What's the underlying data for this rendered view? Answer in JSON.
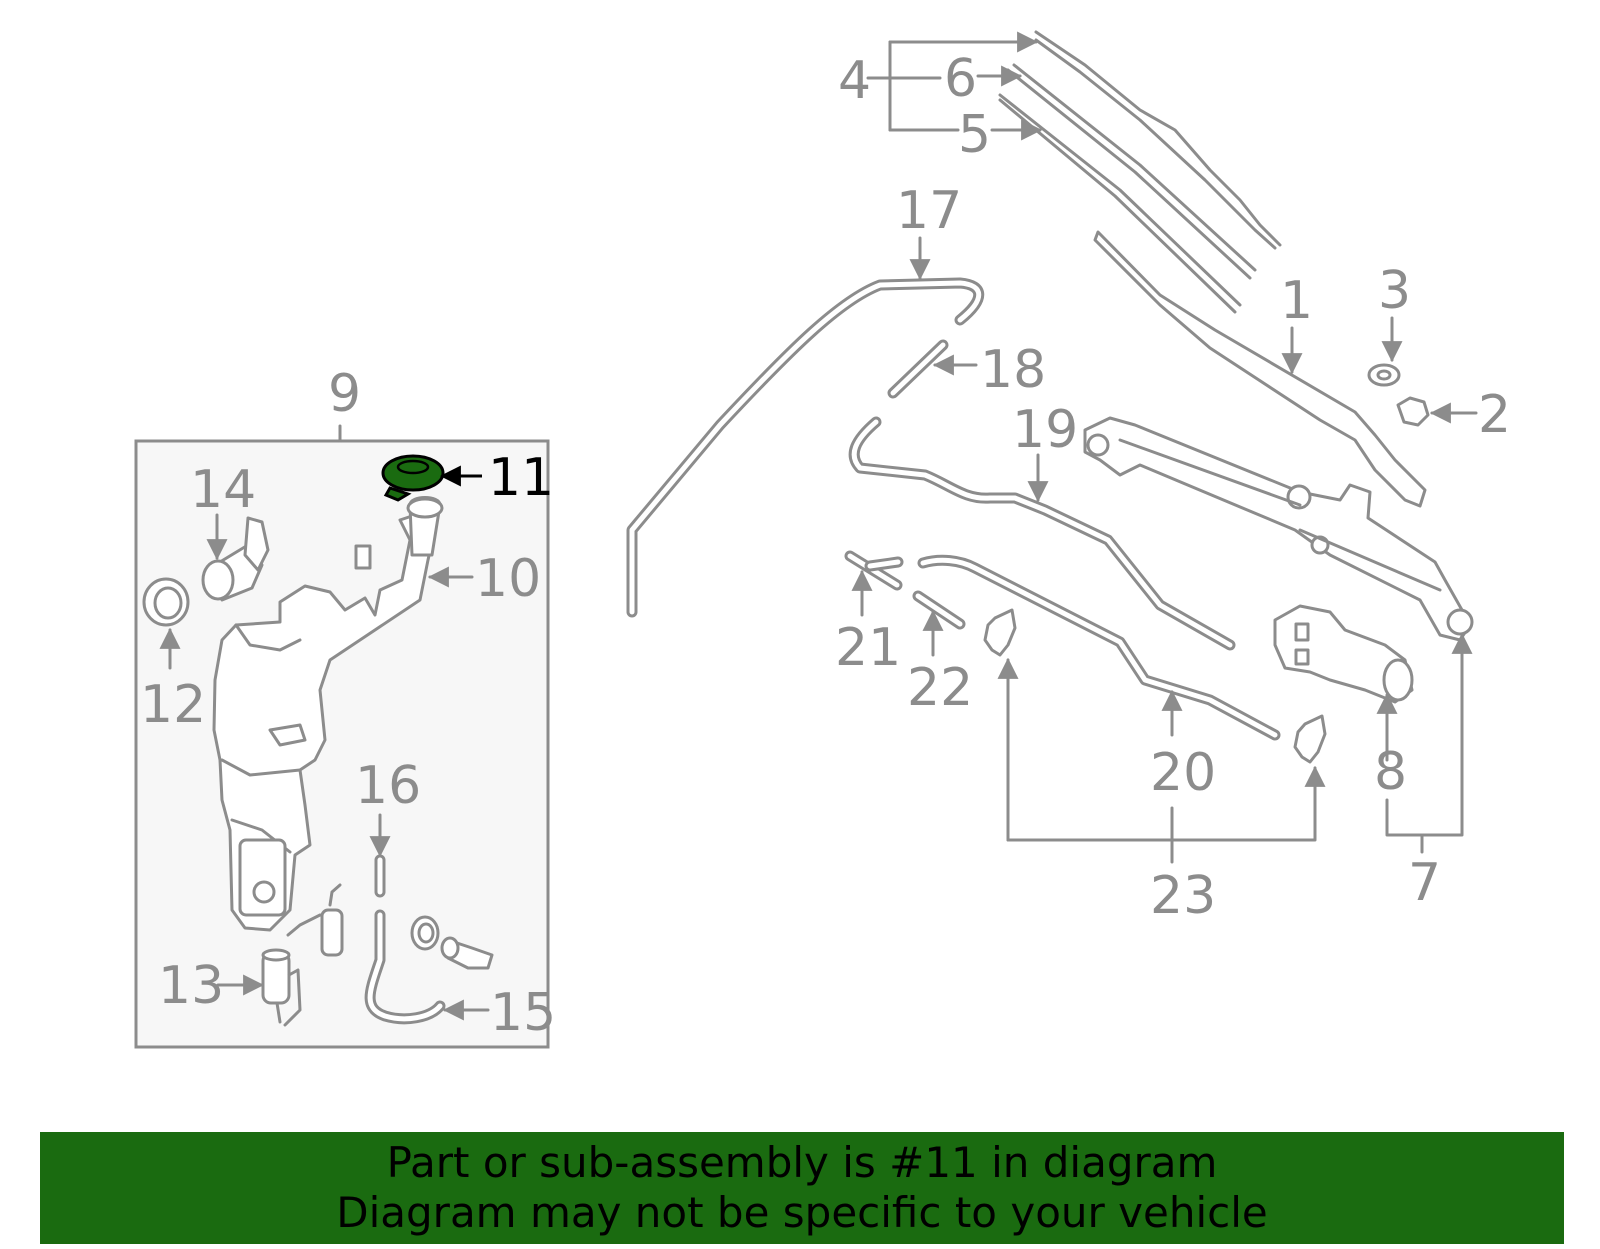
{
  "highlight_color": "#1a6b10",
  "callouts": {
    "p1": "1",
    "p2": "2",
    "p3": "3",
    "p4": "4",
    "p5": "5",
    "p6": "6",
    "p7": "7",
    "p8": "8",
    "p9": "9",
    "p10": "10",
    "p11": "11",
    "p12": "12",
    "p13": "13",
    "p14": "14",
    "p15": "15",
    "p16": "16",
    "p17": "17",
    "p18": "18",
    "p19": "19",
    "p20": "20",
    "p21": "21",
    "p22": "22",
    "p23": "23"
  },
  "banner": {
    "line1": "Part or sub-assembly is #11 in diagram",
    "line2": "Diagram may not be specific to your vehicle"
  }
}
